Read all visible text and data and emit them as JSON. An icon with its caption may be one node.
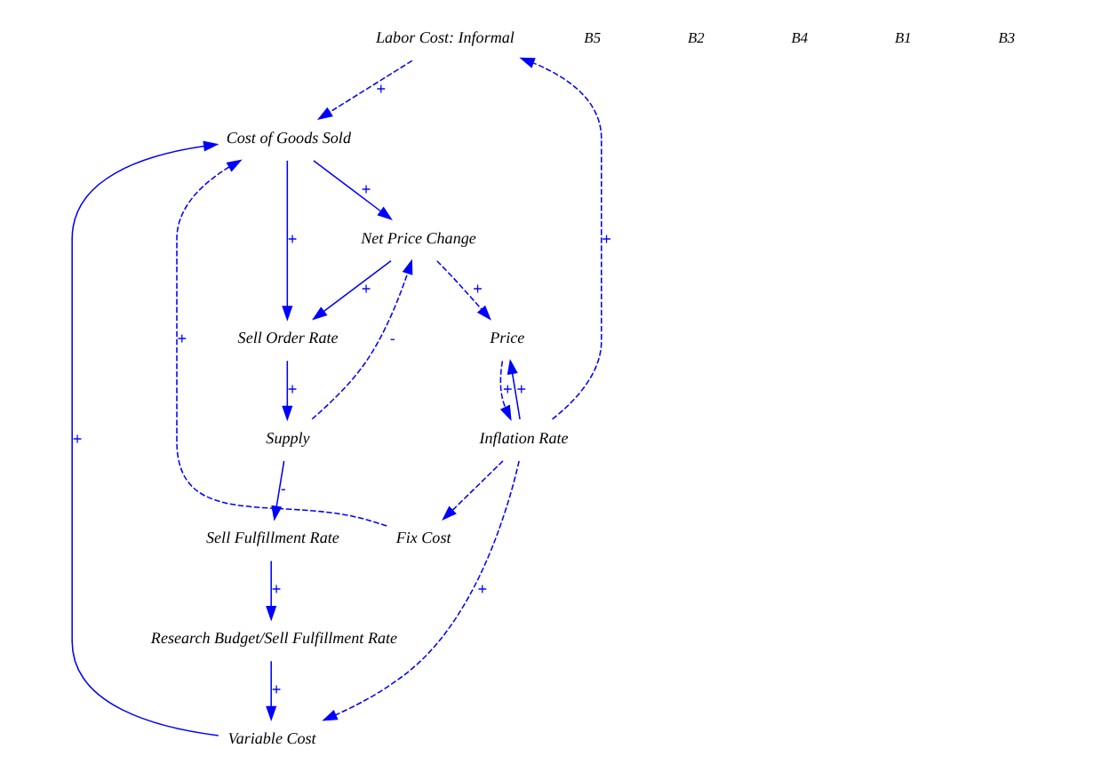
{
  "diagram": {
    "nodes": [
      {
        "text": [
          "Labor Cost: Informal"
        ]
      },
      {
        "text": [
          "Fix Cost"
        ]
      },
      {
        "text": [
          "Variable Cost"
        ]
      },
      {
        "text": [
          "Cost of Goods Sold"
        ]
      },
      {
        "text": [
          "Net Price Change"
        ]
      },
      {
        "text": [
          "Sell Order Rate"
        ]
      },
      {
        "text": [
          "Supply"
        ]
      },
      {
        "text": [
          "Sell Fulfillment Rate"
        ]
      },
      {
        "text": [
          "Research Budget/Sell Fulfillment Rate"
        ]
      },
      {
        "text": [
          "Inflation Rate"
        ]
      },
      {
        "text": [
          "Price"
        ]
      }
    ],
    "edges": [
      {
        "from": 0,
        "to": 3,
        "arrow": "to",
        "label": "+",
        "style": "dashed"
      },
      {
        "from": 1,
        "to": 3,
        "arrow": "to",
        "label": "+",
        "style": "dashed"
      },
      {
        "from": 2,
        "to": 3,
        "arrow": "to",
        "label": "+"
      },
      {
        "from": 3,
        "to": 4,
        "arrow": "to",
        "label": "+"
      },
      {
        "from": 3,
        "to": 5,
        "arrow": "to",
        "label": "+"
      },
      {
        "from": 4,
        "to": 5,
        "arrow": "to",
        "label": "+"
      },
      {
        "from": 5,
        "to": 6,
        "arrow": "to",
        "label": "+"
      },
      {
        "from": 6,
        "to": 7,
        "arrow": "to",
        "label": "-"
      },
      {
        "from": 6,
        "to": 4,
        "arrow": "to",
        "label": "-",
        "style": "dashed"
      },
      {
        "from": 4,
        "to": 10,
        "arrow": "to",
        "label": "+",
        "style": "dashed"
      },
      {
        "from": 7,
        "to": 8,
        "arrow": "to",
        "label": "+"
      },
      {
        "from": 8,
        "to": 2,
        "arrow": "to",
        "label": "+"
      },
      {
        "from": 9,
        "to": 2,
        "arrow": "to",
        "label": "+",
        "style": "dashed"
      },
      {
        "from": 9,
        "to": 1,
        "arrow": "to",
        "style": "dashed"
      },
      {
        "from": 9,
        "to": 0,
        "arrow": "to",
        "label": "+",
        "style": "dashed"
      },
      {
        "from": 9,
        "to": 10,
        "arrow": "to",
        "label": "+"
      },
      {
        "from": 10,
        "to": 9,
        "arrow": "to",
        "label": "+",
        "style": "dashed"
      }
    ],
    "labels": [
      "B5",
      "B2",
      "B4",
      "B1",
      "B3"
    ]
  }
}
